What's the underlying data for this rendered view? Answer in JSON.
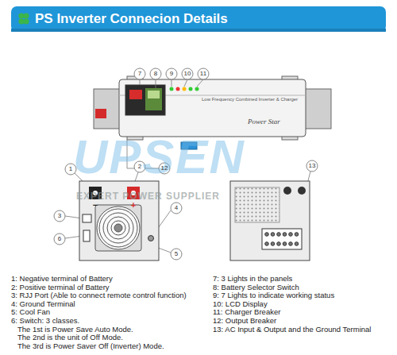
{
  "diagram": {
    "title": "PS Inverter Connecion Details",
    "labels": [
      "7",
      "8",
      "9",
      "10",
      "11",
      "Low Frequency Combined Inverter & Charger",
      "Power Star",
      "UPSEN",
      "EXPERT POWER SUPPLIER",
      "12",
      "1",
      "2",
      "3",
      "4",
      "5",
      "6",
      "13",
      "−",
      "+",
      "1: Negative terminal of Battery",
      "2: Positive terminal of Battery",
      "3: RJJ Port (Able to connect remote control function)",
      "4: Ground Terminal",
      "5: Cool Fan",
      "6: Switch: 3 classes.",
      "The 1st is Power Save Auto Mode.",
      "The 2nd is the unit of Off Mode.",
      "The 3rd is Power Saver Off (Inverter) Mode.",
      "7: 3 Lights in the panels",
      "8: Battery Selector Switch",
      "9: 7 Lights to indicate working status",
      "10: LCD Display",
      "11: Charger Breaker",
      "12: Output Breaker",
      "13: AC Input & Output and the Ground Terminal"
    ]
  }
}
